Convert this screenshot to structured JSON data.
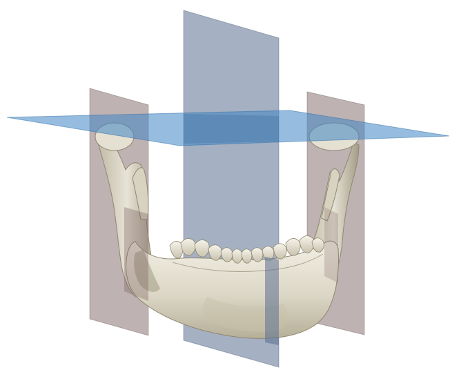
{
  "scene": {
    "subject": "mandible-3d-model",
    "colors": {
      "background": "#ffffff",
      "bone_light": "#ebe8dc",
      "bone_mid": "#cfcab8",
      "bone_shadow": "#9c957f",
      "bone_dark": "#6f6857",
      "sagittal_plane": "#5b6f8f",
      "coronal_plane": "#7a5f5f",
      "axial_plane": "#3f86c4"
    },
    "planes": [
      {
        "id": "axial",
        "label": ""
      },
      {
        "id": "midsagittal",
        "label": ""
      },
      {
        "id": "left-coronal",
        "label": ""
      },
      {
        "id": "right-coronal",
        "label": ""
      }
    ]
  }
}
